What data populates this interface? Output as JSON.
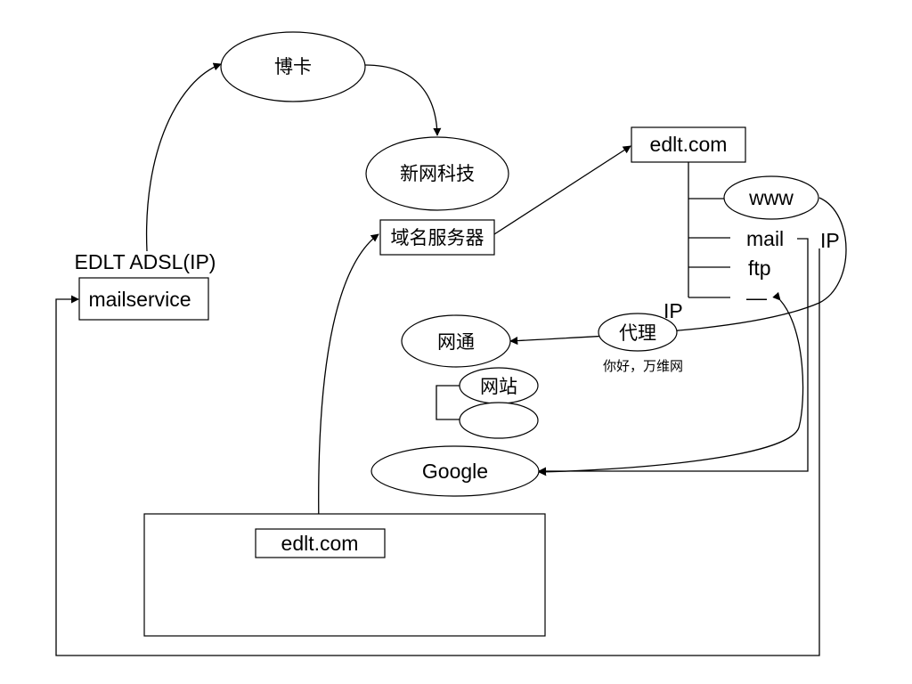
{
  "nodes": {
    "boka": "博卡",
    "xinwang_keji": "新网科技",
    "domain_server": "域名服务器",
    "edlt_com_top": "edlt.com",
    "www": "www",
    "mail": "mail",
    "ftp": "ftp",
    "dash": "—",
    "ip_right": "IP",
    "ip_center": "IP",
    "proxy": "代理",
    "proxy_caption": "你好，万维网",
    "wangtong": "网通",
    "website": "网站",
    "website_blank": "",
    "google": "Google",
    "edlt_adsl": "EDLT ADSL(IP)",
    "mailservice": "mailservice",
    "edlt_com_bottom": "edlt.com"
  }
}
